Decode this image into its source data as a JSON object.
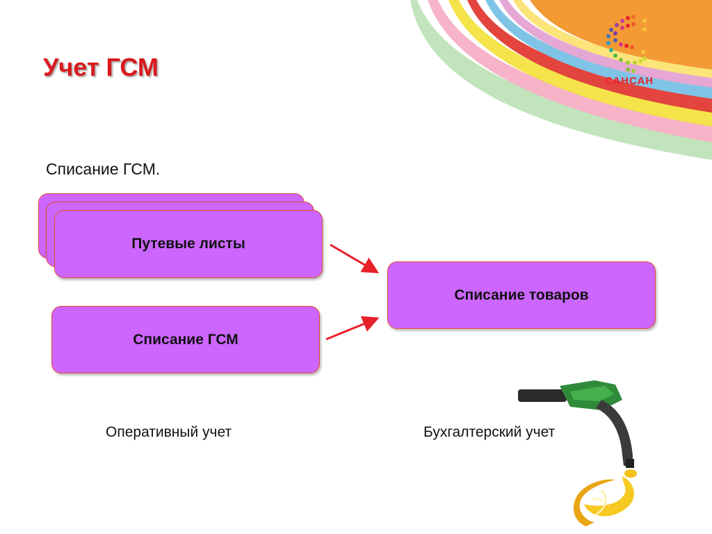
{
  "slide": {
    "title": "Учет ГСМ",
    "subtitle": "Списание ГСМ."
  },
  "logo": {
    "text": "САНСАН"
  },
  "diagram": {
    "box_waybills": "Путевые листы",
    "box_fuel_writeoff": "Списание ГСМ",
    "box_goods_writeoff": "Списание товаров",
    "label_operational": "Оперативный учет",
    "label_accounting": "Бухгалтерский учет"
  },
  "colors": {
    "title": "#d9191d",
    "box_fill": "#cc66ff",
    "box_border": "#e44a32",
    "arrow": "#e8202a",
    "orange": "#f39a34"
  }
}
